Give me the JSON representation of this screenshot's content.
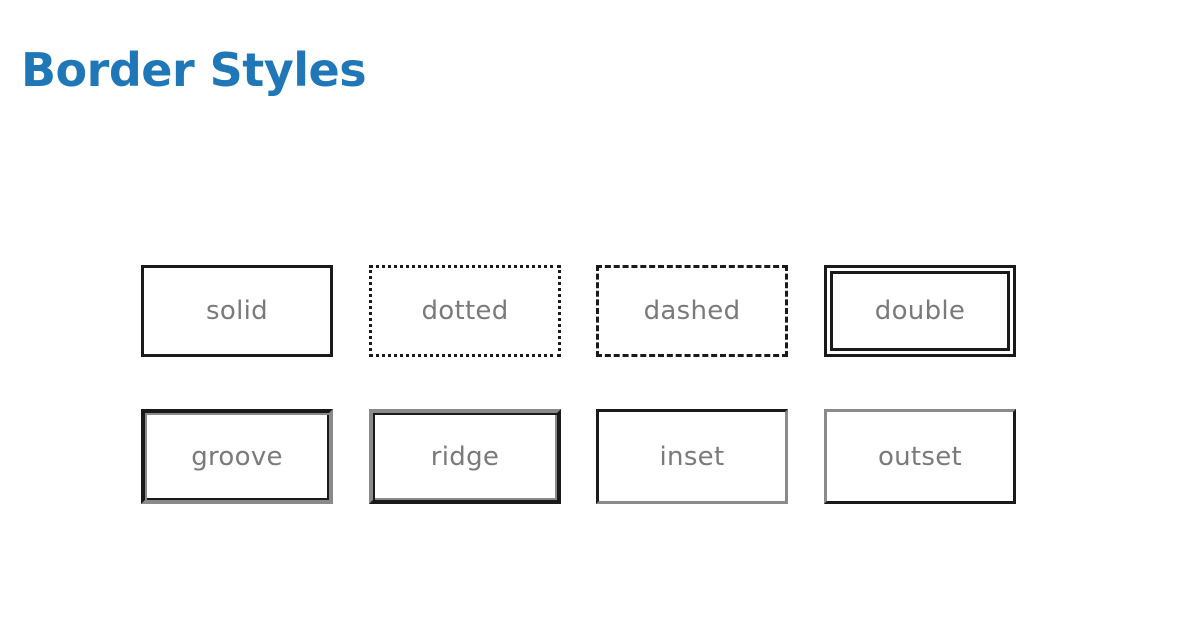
{
  "title": "Border Styles",
  "colors": {
    "title": "#1f77b8",
    "label": "#7a7a7a",
    "border_dark": "#1a1a1a",
    "border_light": "#8a8a8a",
    "background": "#ffffff"
  },
  "styles": [
    {
      "label": "solid"
    },
    {
      "label": "dotted"
    },
    {
      "label": "dashed"
    },
    {
      "label": "double"
    },
    {
      "label": "groove"
    },
    {
      "label": "ridge"
    },
    {
      "label": "inset"
    },
    {
      "label": "outset"
    }
  ]
}
